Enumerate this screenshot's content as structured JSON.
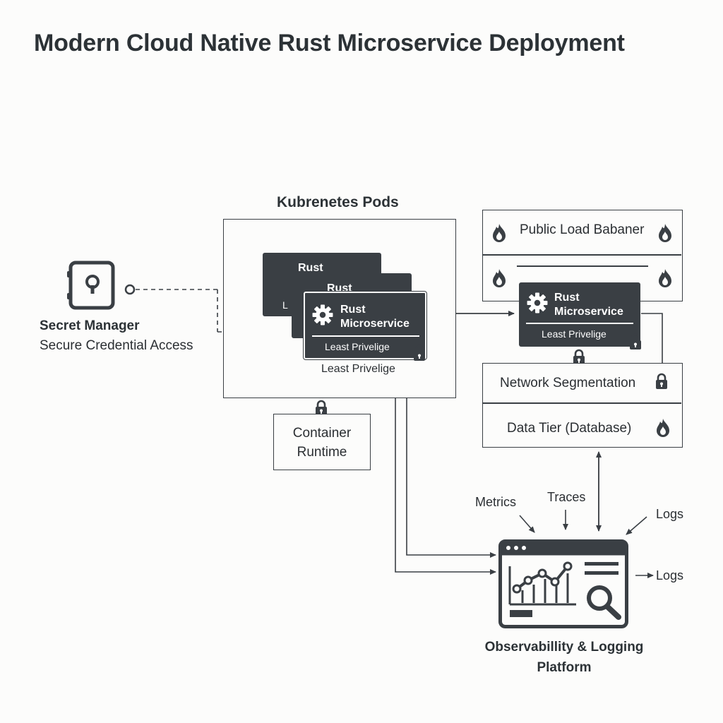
{
  "title": "Modern Cloud Native Rust Microservice Deployment",
  "kubernetes": {
    "label": "Kubrenetes Pods",
    "pod_back_title": "Rust",
    "pod_mid_title": "Rust",
    "pod_back_sub_fragment": "L",
    "pod_front": {
      "title_line1": "Rust",
      "title_line2": "Microservice",
      "subtitle": "Least Privelige"
    },
    "box_caption": "Least Privelige"
  },
  "container_runtime": {
    "line1": "Container",
    "line2": "Runtime"
  },
  "secret_manager": {
    "title": "Secret Manager",
    "subtitle": "Secure Credential Access"
  },
  "right_stack": {
    "load_balancer": "Public Load Babaner",
    "service": {
      "title_line1": "Rust",
      "title_line2": "Microservice",
      "subtitle": "Least Privelige"
    },
    "network_segmentation": "Network Segmentation",
    "data_tier": "Data Tier (Database)"
  },
  "observability": {
    "title_line1": "Observabillity & Logging",
    "title_line2": "Platform",
    "metrics": "Metrics",
    "traces": "Traces",
    "logs_top": "Logs",
    "logs_right": "Logs"
  },
  "colors": {
    "ink": "#3a3f44",
    "background": "#fcfcfb",
    "card_text": "#ffffff"
  },
  "icons": {
    "secret": "safe-keyhole-icon",
    "gear": "gear-icon",
    "lock": "lock-icon",
    "fire": "firewall-flame-icon",
    "dashboard": "monitoring-dashboard-icon"
  }
}
